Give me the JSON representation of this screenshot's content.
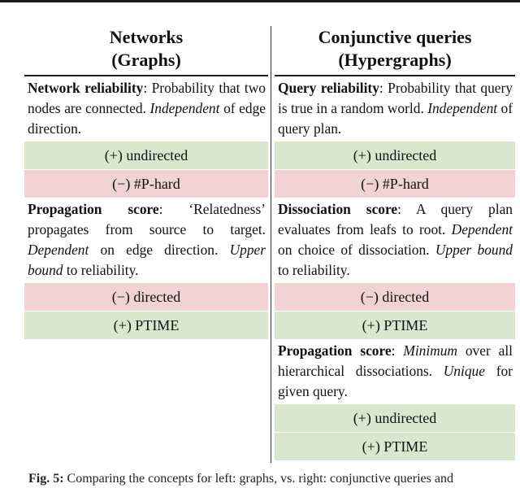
{
  "left": {
    "title_line1": "Networks",
    "title_line2": "(Graphs)",
    "block1": {
      "heading": "Network reliability",
      "t1": ": Probability that two nodes are connected. ",
      "em1": "Independent",
      "t2": " of edge direction.",
      "band1": "(+) undirected",
      "band2": "(−) #P-hard"
    },
    "block2": {
      "heading": "Propagation score",
      "t1": ": ‘Relatedness’ propagates from source to target. ",
      "em1": "Dependent",
      "t2": " on edge direction. ",
      "em2": "Upper bound",
      "t3": " to reliability.",
      "band1": "(−) directed",
      "band2": "(+) PTIME"
    }
  },
  "right": {
    "title_line1": "Conjunctive queries",
    "title_line2": "(Hypergraphs)",
    "block1": {
      "heading": "Query reliability",
      "t1": ": Probability that query is true in a random world. ",
      "em1": "Independent",
      "t2": " of query plan.",
      "band1": "(+) undirected",
      "band2": "(−) #P-hard"
    },
    "block2": {
      "heading": "Dissociation score",
      "t1": ": A query plan evaluates from leafs to root. ",
      "em1": "Dependent",
      "t2": " on choice of dissociation. ",
      "em2": "Upper bound",
      "t3": " to reliability.",
      "band1": "(−) directed",
      "band2": "(+) PTIME"
    },
    "block3": {
      "heading": "Propagation score",
      "t1": ": ",
      "em1": "Minimum",
      "t2": " over all hierarchical dissociations. ",
      "em2": "Unique",
      "t3": " for given query.",
      "band1": "(+) undirected",
      "band2": "(+) PTIME"
    }
  },
  "caption": {
    "label": "Fig. 5:",
    "text": "Comparing the concepts for left: graphs, vs. right: conjunctive queries and"
  },
  "colors": {
    "positive": "#d7e8cf",
    "negative": "#f2d2d2"
  }
}
